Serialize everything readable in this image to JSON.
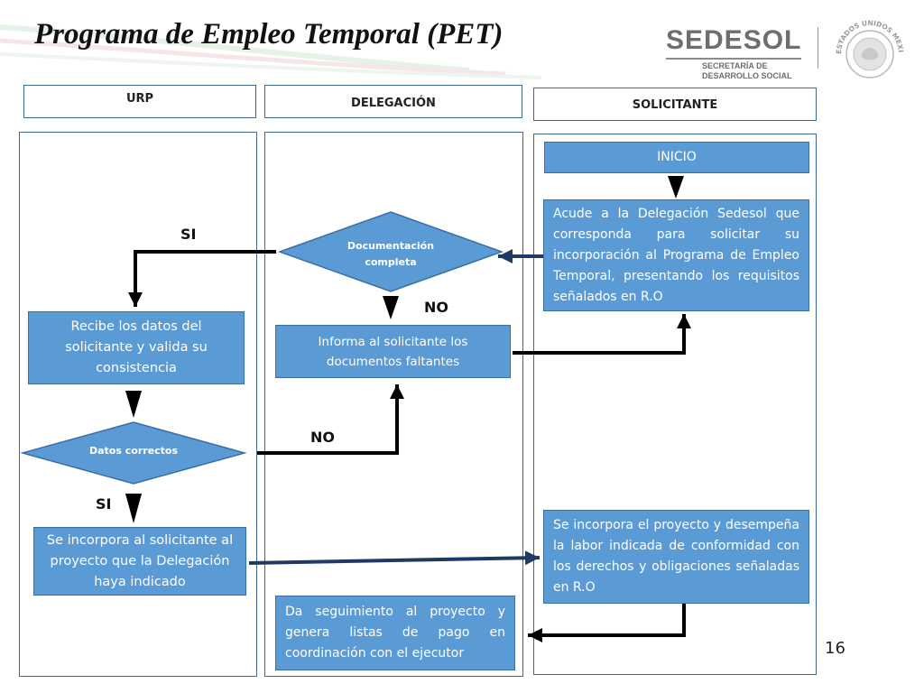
{
  "title": "Programa de Empleo Temporal (PET)",
  "logo": {
    "name": "SEDESOL",
    "sub1": "SECRETARÍA DE",
    "sub2": "DESARROLLO SOCIAL",
    "seal_text": "ESTADOS UNIDOS MEXICANOS"
  },
  "lanes": {
    "urp": "URP",
    "delegacion": "DELEGACIÓN",
    "solicitante": "SOLICITANTE"
  },
  "nodes": {
    "inicio": "INICIO",
    "acude": "Acude a la Delegación Sedesol que corresponda para solicitar su incorporación al Programa de Empleo Temporal, presentando los requisitos señalados en R.O",
    "doc_completa_1": "Documentación",
    "doc_completa_2": "completa",
    "informa": "Informa al solicitante los documentos faltantes",
    "recibe": "Recibe los datos del solicitante y valida su consistencia",
    "datos_correctos": "Datos correctos",
    "incorpora_urp": "Se incorpora al solicitante al proyecto que la Delegación haya indicado",
    "incorpora_sol": "Se incorpora el proyecto y desempeña la labor indicada de conformidad con los derechos y obligaciones señaladas en R.O",
    "seguimiento": "Da seguimiento al proyecto y genera listas de pago en coordinación con el ejecutor"
  },
  "labels": {
    "si_1": "SI",
    "no_1": "NO",
    "no_2": "NO",
    "si_2": "SI"
  },
  "page_number": "16",
  "colors": {
    "box_fill": "#5b9bd5",
    "lane_border": "#3d6a99",
    "arrow_dark": "#1f3b63"
  }
}
